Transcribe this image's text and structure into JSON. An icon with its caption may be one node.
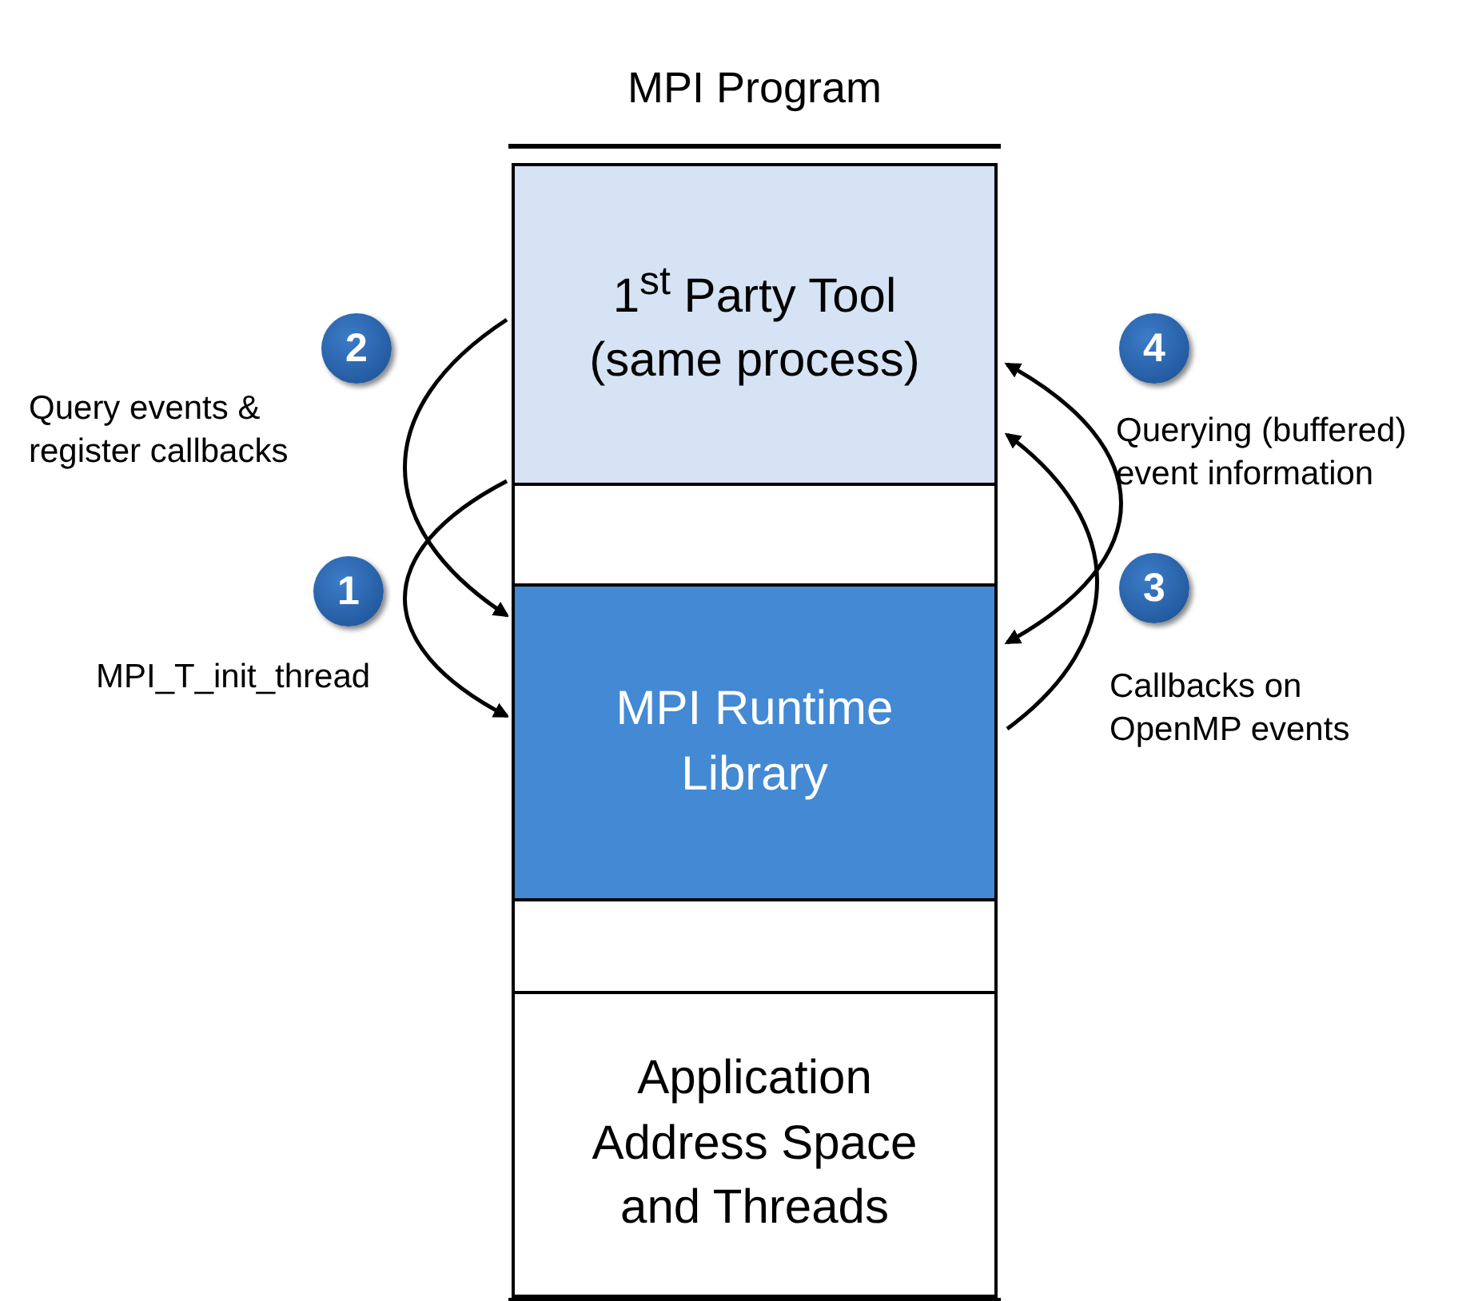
{
  "diagram": {
    "nodes": [
      {
        "text": [
          "MPI Program"
        ]
      },
      {
        "text": [
          "1$^{st}$ Party Tool (same process)"
        ],
        "in": 0
      },
      {
        "text": [],
        "shape": "box",
        "in": 0
      },
      {
        "text": [
          "MPI Runtime Library"
        ],
        "in": 0
      },
      {
        "text": [],
        "shape": "box",
        "in": 0
      },
      {
        "text": [
          "Application Address Space and Threads"
        ],
        "in": 0
      },
      {
        "text": [
          "2"
        ],
        "beside": [
          "Query events & register callbacks"
        ]
      },
      {
        "text": [
          "1"
        ],
        "beside": [
          "MPI_T_init_thread"
        ]
      },
      {
        "text": [
          "4"
        ],
        "beside": [
          "Querying (buffered) event information"
        ]
      },
      {
        "text": [
          "3"
        ],
        "beside": [
          "Callbacks on OpenMP events"
        ]
      }
    ],
    "edges": [
      {
        "from": 1,
        "to": 3,
        "arrow": "to"
      },
      {
        "from": 1,
        "to": 3,
        "arrow": "to"
      },
      {
        "from": 3,
        "to": 1,
        "arrow": "to"
      },
      {
        "from": 1,
        "to": 3,
        "arrow": "both"
      }
    ]
  }
}
